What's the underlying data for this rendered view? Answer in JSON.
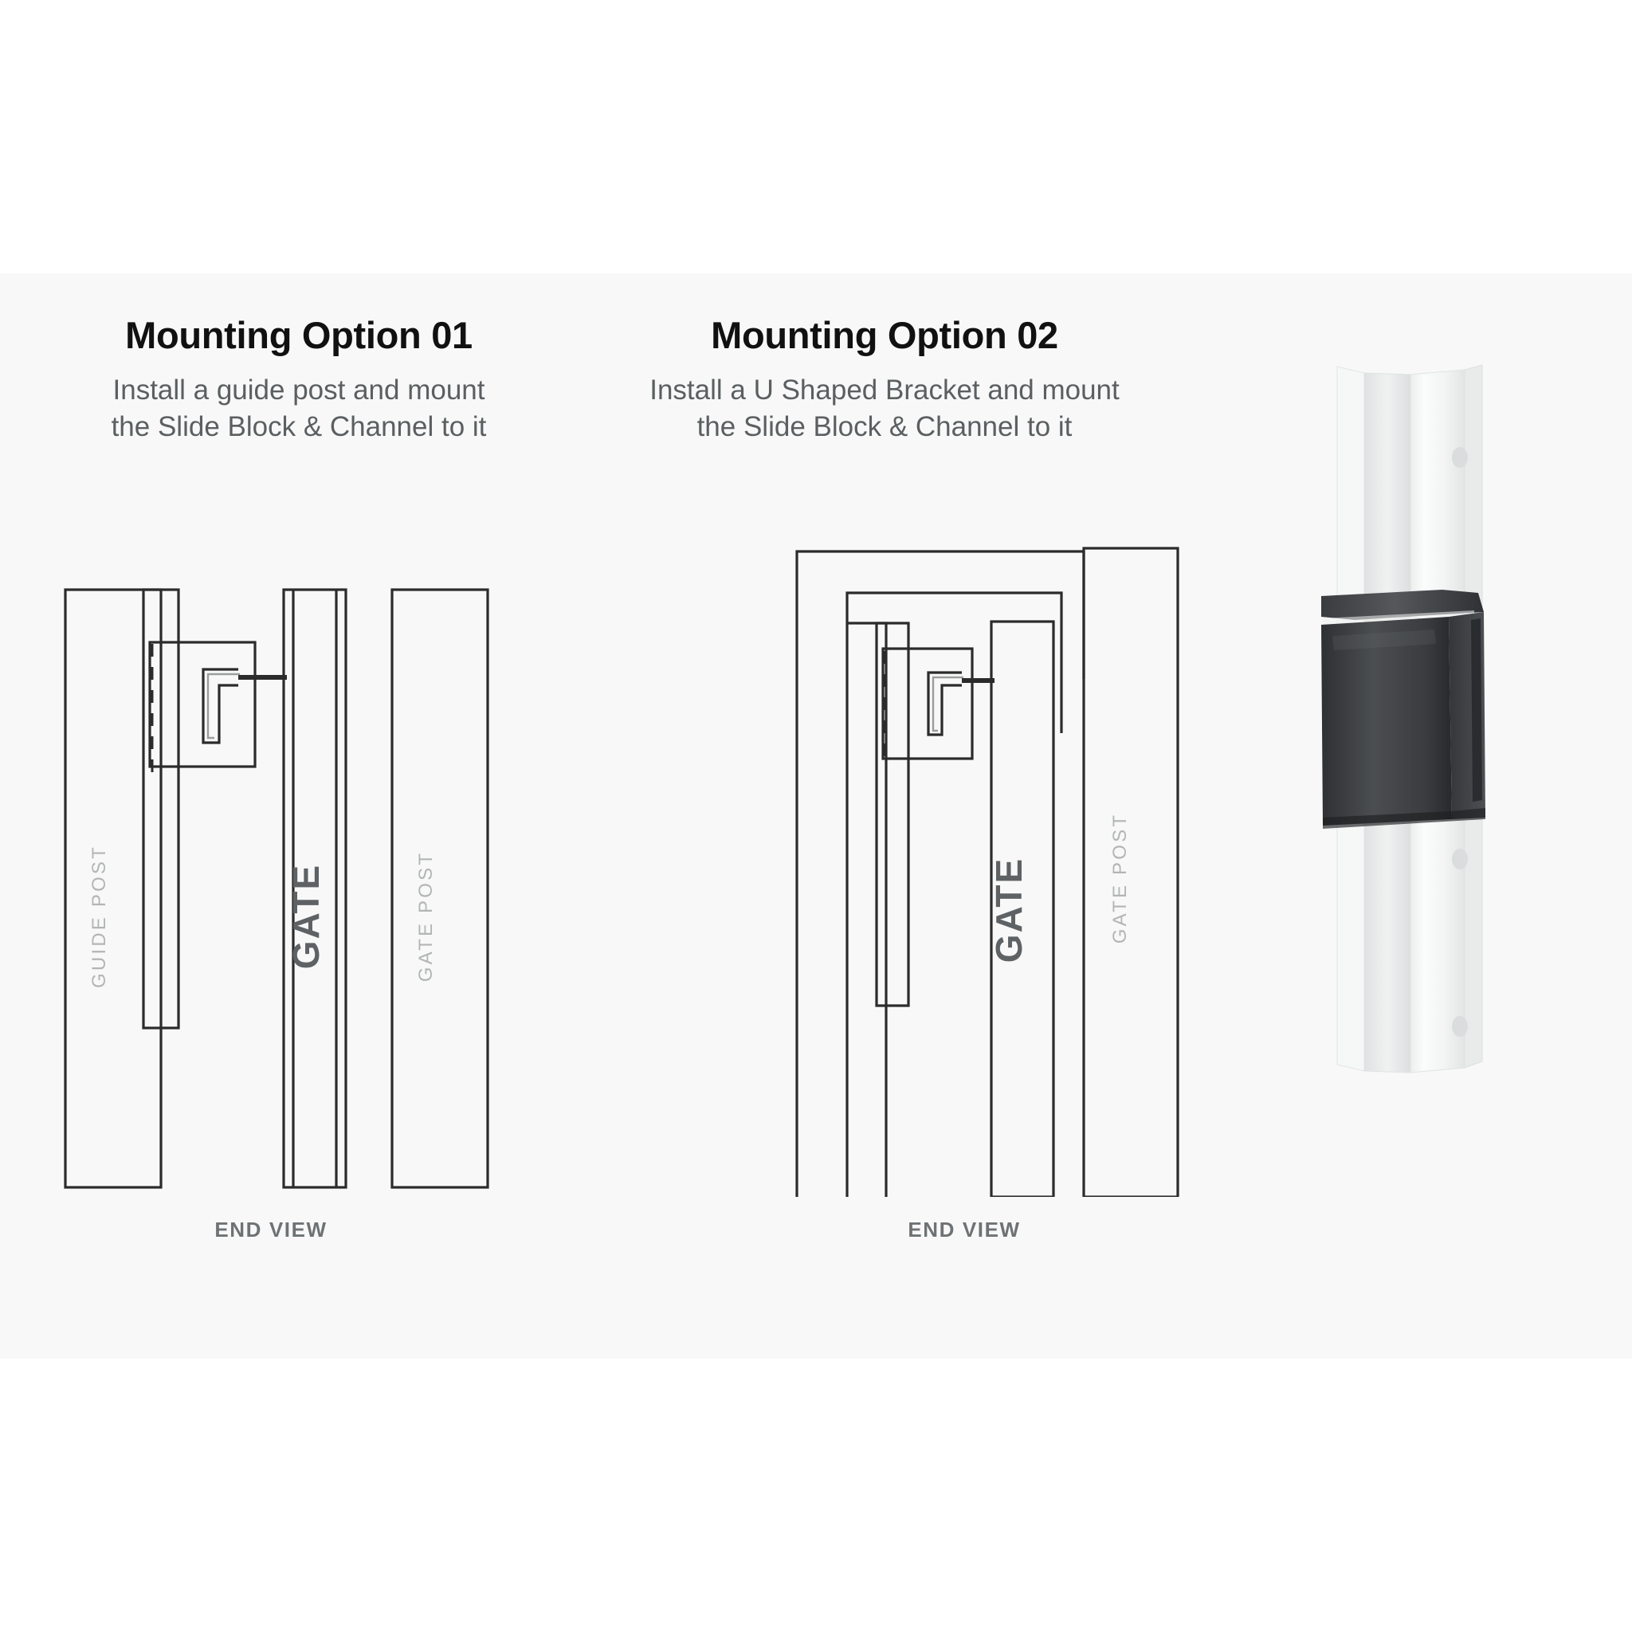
{
  "background": {
    "page_color": "#ffffff",
    "card_color": "#f8f8f8"
  },
  "options": [
    {
      "id": "option-01",
      "title": "Mounting Option 01",
      "subtitle_line1": "Install a guide post and mount",
      "subtitle_line2": "the Slide Block & Channel to it",
      "caption": "END VIEW",
      "labels": {
        "left_post": "GUIDE POST",
        "gate": "GATE",
        "right_post": "GATE POST"
      }
    },
    {
      "id": "option-02",
      "title": "Mounting Option 02",
      "subtitle_line1": "Install a U Shaped Bracket and mount",
      "subtitle_line2": "the Slide Block & Channel to it",
      "caption": "END VIEW",
      "labels": {
        "gate": "GATE",
        "right_post": "GATE POST"
      }
    }
  ],
  "photo": {
    "name": "slide-block-on-channel-photo",
    "channel_color": "#f2f3f3",
    "bracket_color": "#3e4043"
  },
  "colors": {
    "heading": "#111111",
    "body_text": "#5b5f61",
    "caption_text": "#6e7274",
    "label_light": "#b2b5b6",
    "label_dark": "#5e6264",
    "line": "#2b2b2b"
  }
}
